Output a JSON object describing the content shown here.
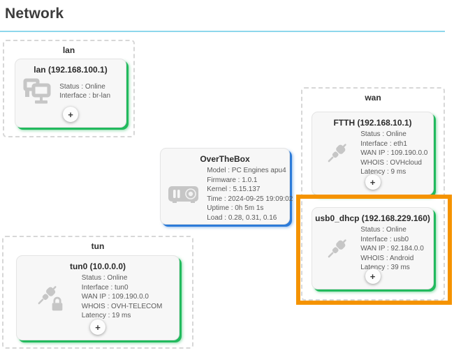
{
  "page": {
    "title": "Network"
  },
  "colors": {
    "divider": "#8dd7ec",
    "green_accent": "#21ba5d",
    "blue_accent": "#2c7bd9",
    "highlight_orange": "#f59300"
  },
  "plus_label": "+",
  "device": {
    "title": "OverTheBox",
    "icon": "router-icon",
    "lines": [
      "Model : PC Engines apu4",
      "Firmware : 1.0.1",
      "Kernel : 5.15.137",
      "Time : 2024-09-25 19:09:02",
      "Uptime : 0h 5m 1s",
      "Load : 0.28, 0.31, 0.16"
    ]
  },
  "groups": {
    "lan": {
      "label": "lan",
      "card": {
        "title": "lan (192.168.100.1)",
        "icon": "lan-icon",
        "lines": [
          "Status : Online",
          "Interface : br-lan"
        ]
      }
    },
    "wan": {
      "label": "wan",
      "cards": [
        {
          "title": "FTTH (192.168.10.1)",
          "icon": "plug-icon",
          "highlighted": false,
          "lines": [
            "Status : Online",
            "Interface : eth1",
            "WAN IP : 109.190.0.0",
            "WHOIS : OVHcloud",
            "Latency : 9 ms"
          ]
        },
        {
          "title": "usb0_dhcp (192.168.229.160)",
          "icon": "plug-icon",
          "highlighted": true,
          "lines": [
            "Status : Online",
            "Interface : usb0",
            "WAN IP : 92.184.0.0",
            "WHOIS : Android",
            "Latency : 39 ms"
          ]
        }
      ]
    },
    "tun": {
      "label": "tun",
      "card": {
        "title": "tun0 (10.0.0.0)",
        "icon": "plug-lock-icon",
        "lines": [
          "Status : Online",
          "Interface : tun0",
          "WAN IP : 109.190.0.0",
          "WHOIS : OVH-TELECOM",
          "Latency : 19 ms"
        ]
      }
    }
  }
}
